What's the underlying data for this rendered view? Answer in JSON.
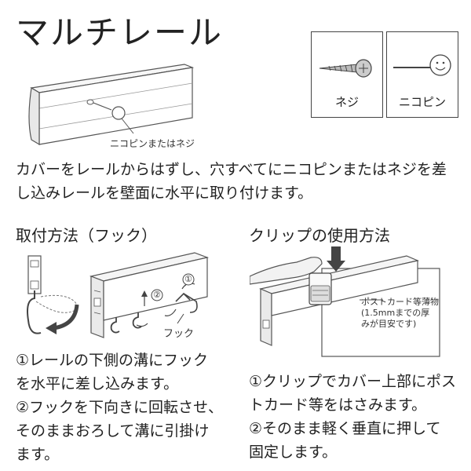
{
  "title": "マルチレール",
  "hero": {
    "callout": "ニコピンまたはネジ"
  },
  "legend": {
    "screw_label": "ネジ",
    "pin_label": "ニコピン"
  },
  "intro": {
    "line1": "カバーをレールからはずし、穴すべてにニコピンまたはネジを差",
    "line2": "し込みレールを壁面に水平に取り付けます。"
  },
  "hook_section": {
    "title": "取付方法（フック）",
    "hook_label": "フック",
    "step1_badge": "①",
    "step2_badge": "②",
    "steps": [
      "①レールの下側の溝にフック",
      "を水平に差し込みます。",
      "②フックを下向きに回転させ、",
      "そのままおろして溝に引掛け",
      "ます。"
    ]
  },
  "clip_section": {
    "title": "クリップの使用方法",
    "note_line1": "ポストカード等薄物",
    "note_line2": "(1.5mmまでの厚",
    "note_line3": "みが目安です)",
    "steps": [
      "①クリップでカバー上部にポス",
      "トカード等をはさみます。",
      "②そのまま軽く垂直に押して",
      "固定します。"
    ]
  }
}
